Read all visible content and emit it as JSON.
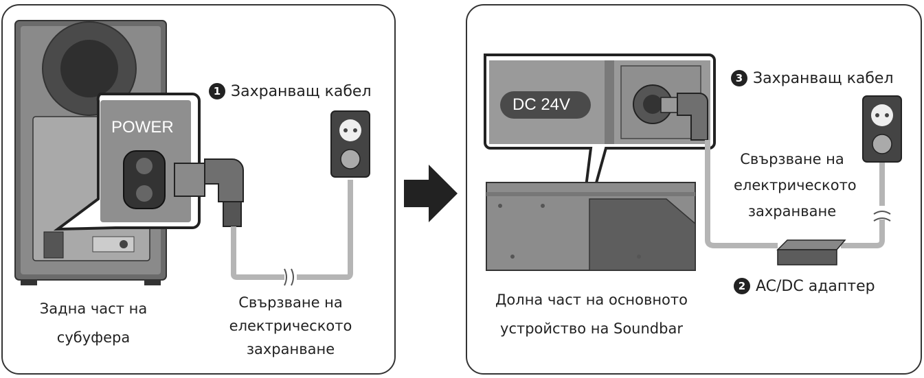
{
  "left_panel": {
    "callout_label": "POWER",
    "cable_label": {
      "step": "1",
      "text": "Захранващ кабел"
    },
    "device_caption": [
      "Задна част на",
      "субуфера"
    ],
    "connect_caption": [
      "Свързване на",
      "електрическото",
      "захранване"
    ]
  },
  "right_panel": {
    "port_label": "DC 24V",
    "cable_label": {
      "step": "3",
      "text": "Захранващ кабел"
    },
    "connect_caption": [
      "Свързване на",
      "електрическото",
      "захранване"
    ],
    "adapter_label": {
      "step": "2",
      "text": "AC/DC адаптер"
    },
    "device_caption": [
      "Долна част на основното",
      "устройство на Soundbar"
    ]
  },
  "colors": {
    "outline": "#333333",
    "dark_gray": "#6b6b6b",
    "mid_gray": "#9a9a9a",
    "light_gray": "#c8c8c8",
    "cable": "#b5b5b5"
  },
  "icons": [
    "arrow-right-icon",
    "wall-outlet-icon",
    "wall-outlet-icon"
  ]
}
